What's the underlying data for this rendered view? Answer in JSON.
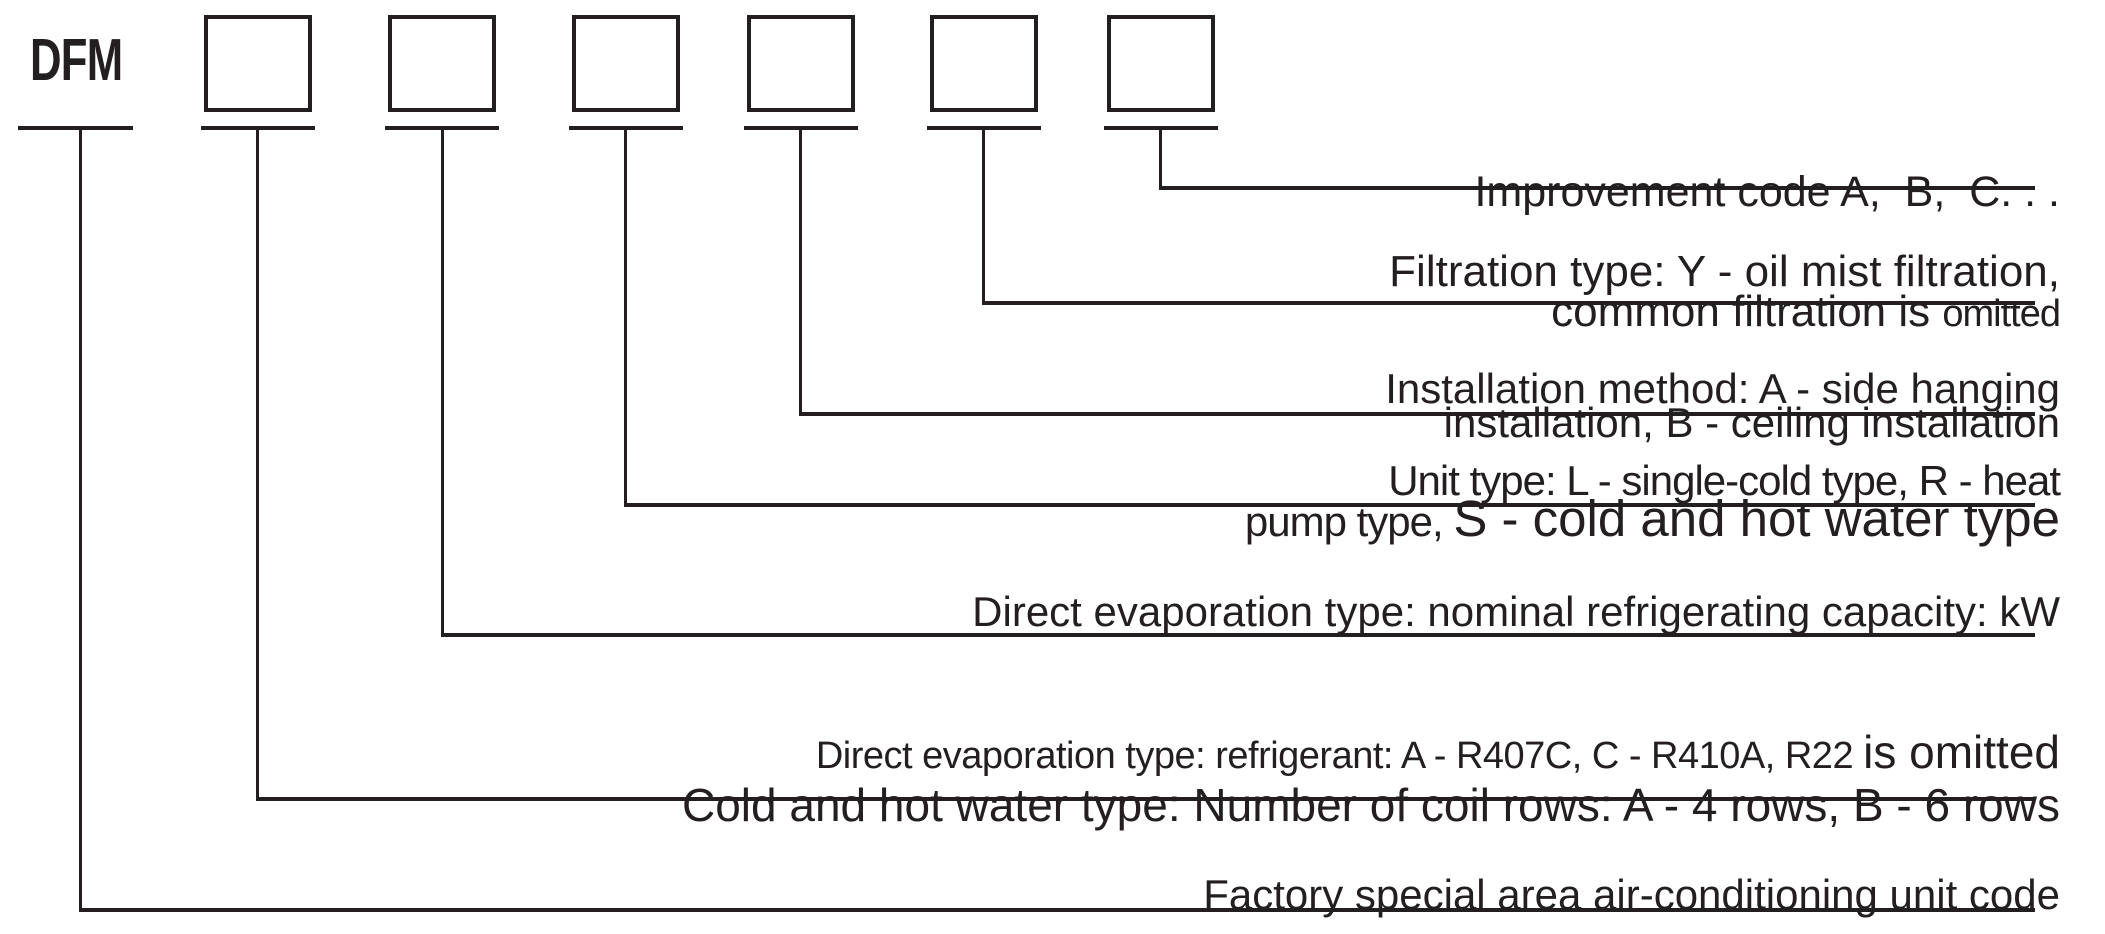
{
  "ink_color": "#231f20",
  "code": {
    "prefix": "DFM",
    "box_count": 6,
    "box_values": [
      "",
      "",
      "",
      "",
      "",
      ""
    ]
  },
  "annotations": {
    "improvement": {
      "line1": "Improvement code A,  B,  C. . ."
    },
    "filtration": {
      "line1": "Filtration type: Y - oil mist filtration,",
      "line2_a": "common filtration is ",
      "line2_b": "omitted"
    },
    "installation": {
      "line1": "Installation method: A - side hanging",
      "line2": "installation, B - ceiling installation"
    },
    "unit_type": {
      "line1": "Unit type: L - single-cold type, R - heat",
      "line2_a": "pump type, ",
      "line2_b": "S - cold and hot water type"
    },
    "nominal_capacity": {
      "line1": "Direct evaporation type: nominal refrigerating capacity: kW"
    },
    "refrigerant_rows": {
      "line1_a": "Direct evaporation type: refrigerant: A - R407C, C - R410A, R22 ",
      "line1_b": "is omitted",
      "line2": "Cold and hot water type: Number of coil rows: A - 4 rows, B - 6 rows"
    },
    "factory_code": {
      "line1": "Factory special area air-conditioning unit code"
    }
  }
}
